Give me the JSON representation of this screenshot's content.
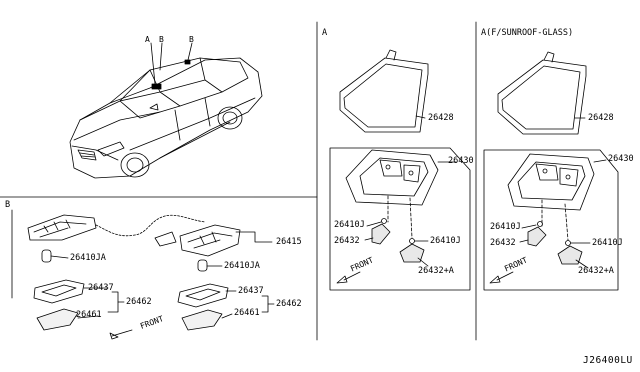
{
  "sections": {
    "b": {
      "title": "B"
    },
    "a": {
      "title": "A"
    },
    "a_alt": {
      "title": "A(F/SUNROOF-GLASS)"
    }
  },
  "car": {
    "callouts": [
      "A",
      "B",
      "B"
    ]
  },
  "labels": {
    "b_lamp_assy": "26415",
    "b_bulb_1": "26410JA",
    "b_bulb_2": "26410JA",
    "b_small_1_lens": "26437",
    "b_small_1_assy": "26462",
    "b_small_1_cover": "26461",
    "b_small_2_lens": "26437",
    "b_small_2_assy": "26462",
    "b_small_2_cover": "26461",
    "b_front": "FRONT",
    "a_frame": "26428",
    "a_lamp": "26430",
    "a_bulb_left": "26410J",
    "a_cover_left": "26432",
    "a_bulb_right": "26410J",
    "a_cover_right": "26432+A",
    "a_front": "FRONT",
    "a2_frame": "26428",
    "a2_lamp": "26430",
    "a2_bulb_left": "26410J",
    "a2_cover_left": "26432",
    "a2_bulb_right": "26410J",
    "a2_cover_right": "26432+A",
    "a2_front": "FRONT"
  },
  "footer": {
    "reference": "J26400LU"
  }
}
